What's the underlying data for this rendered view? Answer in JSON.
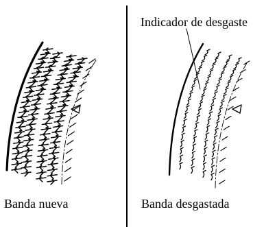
{
  "left_panel": {
    "caption": "Banda nueva"
  },
  "right_panel": {
    "caption": "Banda desgastada",
    "callout": "Indicador de desgaste"
  },
  "icons": {
    "left_marker": "triangle-wear-marker-icon",
    "right_marker": "triangle-wear-marker-icon"
  },
  "colors": {
    "ink": "#000000",
    "background": "#ffffff"
  }
}
